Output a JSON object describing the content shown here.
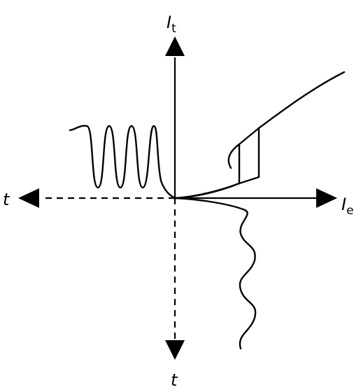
{
  "axes": {
    "vertical_up": {
      "symbol": "I",
      "subscript": "t"
    },
    "horizontal_right": {
      "symbol": "I",
      "subscript": "e"
    },
    "horizontal_left": {
      "symbol": "t"
    },
    "vertical_down": {
      "symbol": "t"
    }
  }
}
